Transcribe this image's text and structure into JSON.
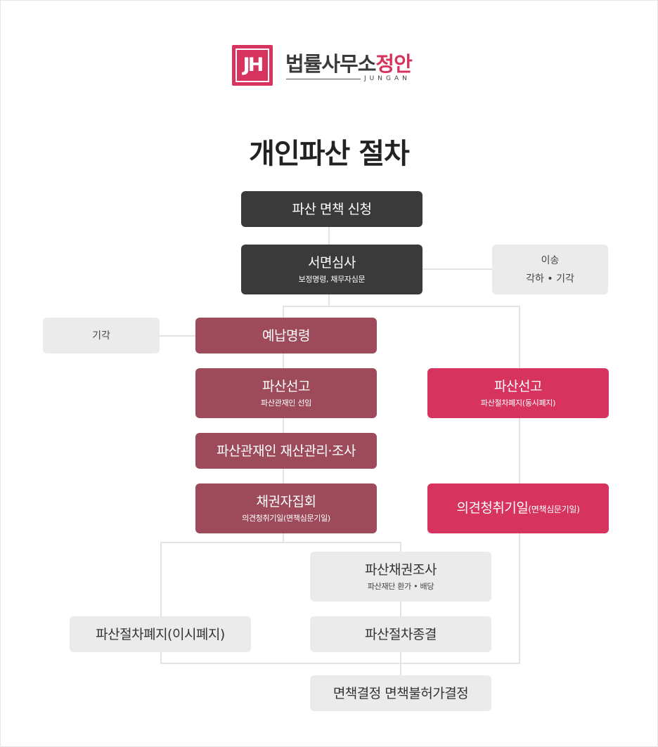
{
  "logo": {
    "mark": "JH",
    "name_main": "법률사무소",
    "name_accent": "정안",
    "sub": "JUNGAN"
  },
  "title": "개인파산 절차",
  "nodes": {
    "apply": {
      "title": "파산 면책 신청"
    },
    "review": {
      "title": "서면심사",
      "sub": "보정명령, 채무자심문"
    },
    "transfer": {
      "line1": "이송",
      "line2": "각하 • 기각"
    },
    "dismiss": {
      "title": "기각"
    },
    "prepay": {
      "title": "예납명령"
    },
    "declare_left": {
      "title": "파산선고",
      "sub": "파산관재인 선임"
    },
    "declare_right": {
      "title": "파산선고",
      "sub": "파산절차폐지(동시폐지)"
    },
    "trustee": {
      "title": "파산관재인 재산관리·조사"
    },
    "creditors": {
      "title": "채권자집회",
      "sub": "의견청취기일(면책심문기일)"
    },
    "objection": {
      "title": "의견청취기일",
      "title_small": "(면책심문기일)"
    },
    "claims": {
      "title": "파산채권조사",
      "sub": "파산재단 환가 • 배당"
    },
    "abolish": {
      "title": "파산절차폐지(이시폐지)"
    },
    "end": {
      "title": "파산절차종결"
    },
    "final": {
      "title": "면책결정 면책불허가결정"
    }
  },
  "colors": {
    "dark": "#3a3a3a",
    "wine": "#9d4b5b",
    "accent": "#d6335e",
    "gray": "#ebebeb",
    "connector": "#e3e3e3"
  }
}
